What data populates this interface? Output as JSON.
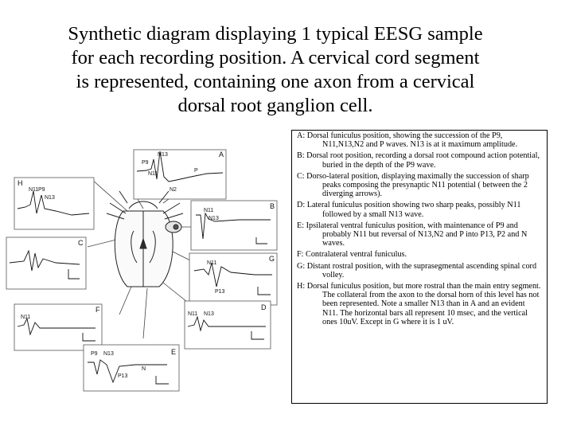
{
  "title_lines": [
    "Synthetic diagram displaying 1 typical EESG sample",
    "for each recording position. A cervical cord segment",
    "is represented, containing one axon from a cervical",
    "dorsal root ganglion cell."
  ],
  "panels": {
    "A": {
      "letter": "A",
      "labels": [
        "P9",
        "N11",
        "N13",
        "N2",
        "P"
      ]
    },
    "B": {
      "letter": "B",
      "labels": [
        "N11",
        "N13"
      ]
    },
    "C": {
      "letter": "C"
    },
    "D": {
      "letter": "D",
      "labels": [
        "N11",
        "N13"
      ]
    },
    "E": {
      "letter": "E",
      "labels": [
        "P9",
        "N13",
        "P13",
        "N"
      ]
    },
    "F": {
      "letter": "F",
      "labels": [
        "N11"
      ]
    },
    "G": {
      "letter": "G",
      "labels": [
        "N11",
        "P13"
      ]
    },
    "H": {
      "letter": "H",
      "labels": [
        "N11",
        "P9",
        "N13"
      ]
    }
  },
  "legend": [
    "A: Dorsal funiculus position, showing the succession of the P9, N11,N13,N2 and P waves. N13 is at it maximum amplitude.",
    "B: Dorsal root position, recording a dorsal root compound action potential, buried in the depth of the P9 wave.",
    "C: Dorso-lateral position, displaying maximally the succession of sharp peaks composing the presynaptic N11 potential ( between the 2 diverging arrows).",
    "D: Lateral funiculus position showing two sharp peaks, possibly N11 followed by a small N13 wave.",
    "E: Ipsilateral ventral funiculus position, with maintenance of P9 and probably N11 but reversal of N13,N2 and P into P13, P2 and N waves.",
    "F: Contralateral ventral funiculus.",
    "G: Distant rostral position, with the suprasegmental ascending spinal cord volley.",
    "H: Dorsal funiculus position, but more rostral than the main entry segment. The collateral from the axon to the dorsal horn of this level has not been represented. Note a smaller N13 than in A and an evident N11. The horizontal bars all represent 10 msec, and the vertical ones 10uV. Except in G where it is 1 uV."
  ]
}
